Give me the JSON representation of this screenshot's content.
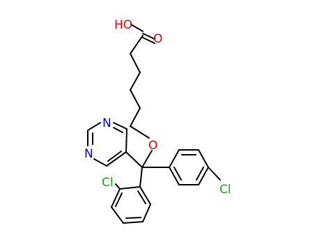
{
  "molecule": {
    "atoms": [
      {
        "id": "oh",
        "text": "HO",
        "color": "#e00000"
      },
      {
        "id": "o1",
        "text": "O",
        "color": "#e00000"
      },
      {
        "id": "o2",
        "text": "O",
        "color": "#e00000"
      },
      {
        "id": "n1",
        "text": "N",
        "color": "#0000e0"
      },
      {
        "id": "n2",
        "text": "N",
        "color": "#0000e0"
      },
      {
        "id": "cl1",
        "text": "Cl",
        "color": "#1aa51a"
      },
      {
        "id": "cl2",
        "text": "Cl",
        "color": "#1aa51a"
      }
    ],
    "bond_color": "#000000"
  }
}
